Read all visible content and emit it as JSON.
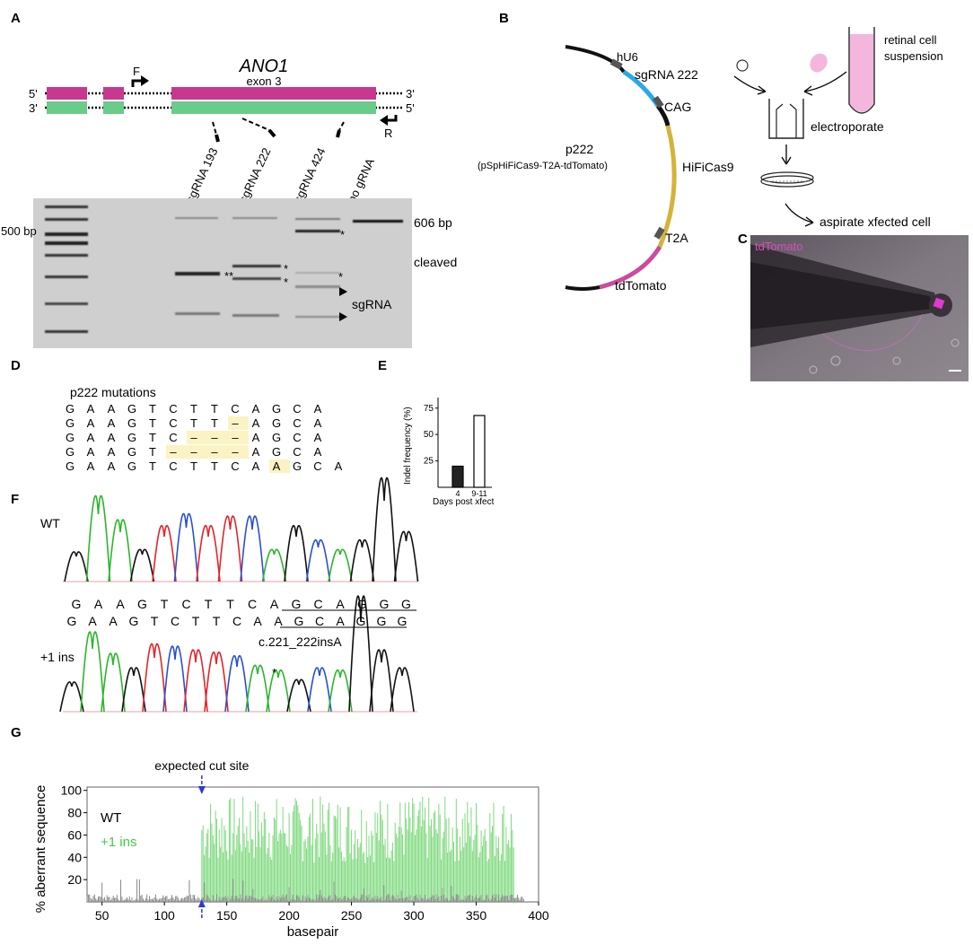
{
  "panelA": {
    "letter": "A",
    "gene": "ANO1",
    "exon": "exon 3",
    "top_strand_5": "5'",
    "top_strand_3": "3'",
    "bot_strand_3": "3'",
    "bot_strand_5": "5'",
    "primer_f": "F",
    "primer_r": "R",
    "lanes": [
      "sgRNA 193",
      "sgRNA 222",
      "sgRNA 424",
      "no gRNA"
    ],
    "ladder_label": "500 bp",
    "label_606": "606 bp",
    "label_cleaved": "cleaved",
    "label_sgrna": "sgRNA",
    "star_single": "*",
    "star_double": "**"
  },
  "panelB": {
    "letter": "B",
    "hU6": "hU6",
    "sgRNA": "sgRNA 222",
    "CAG": "CAG",
    "plasmid_name": "p222",
    "plasmid_full": "(pSpHiFiCas9-T2A-tdTomato)",
    "HiFiCas9": "HiFiCas9",
    "T2A": "T2A",
    "tdTomato": "tdTomato",
    "retinal": "retinal cell",
    "suspension": "suspension",
    "electroporate": "electroporate",
    "aspirate": "aspirate xfected cell"
  },
  "panelC": {
    "letter": "C",
    "label": "tdTomato"
  },
  "panelD": {
    "letter": "D",
    "title": "p222 mutations",
    "rows": [
      [
        "G",
        "A",
        "A",
        "G",
        "T",
        "C",
        "T",
        "T",
        "C",
        "A",
        "G",
        "C",
        "A"
      ],
      [
        "G",
        "A",
        "A",
        "G",
        "T",
        "C",
        "T",
        "T",
        "–",
        "A",
        "G",
        "C",
        "A"
      ],
      [
        "G",
        "A",
        "A",
        "G",
        "T",
        "C",
        "–",
        "–",
        "–",
        "A",
        "G",
        "C",
        "A"
      ],
      [
        "G",
        "A",
        "A",
        "G",
        "T",
        "–",
        "–",
        "–",
        "–",
        "A",
        "G",
        "C",
        "A"
      ],
      [
        "G",
        "A",
        "A",
        "G",
        "T",
        "C",
        "T",
        "T",
        "C",
        "A",
        "A",
        "G",
        "C",
        "A"
      ]
    ]
  },
  "panelE": {
    "letter": "E",
    "ylabel": "Indel frequency (%)",
    "xlabel": "Days post xfect",
    "ticks": [
      "75",
      "50",
      "25"
    ],
    "chart_data": {
      "type": "bar",
      "categories": [
        "4",
        "9-11"
      ],
      "values": [
        20,
        68
      ],
      "ylabel": "Indel frequency (%)",
      "xlabel": "Days post xfect",
      "ylim": [
        0,
        85
      ]
    }
  },
  "panelF": {
    "letter": "F",
    "wt_label": "WT",
    "ins_label": "+1 ins",
    "wt_seq": [
      "G",
      "A",
      "A",
      "G",
      "T",
      "C",
      "T",
      "T",
      "C",
      "A",
      "G",
      "C",
      "A",
      "G",
      "G",
      "G"
    ],
    "ins_seq": [
      "G",
      "A",
      "A",
      "G",
      "T",
      "C",
      "T",
      "T",
      "C",
      "A",
      "A",
      "G",
      "C",
      "A",
      "G",
      "G",
      "G"
    ],
    "mutation": "c.221_222insA",
    "star": "*"
  },
  "panelG": {
    "letter": "G",
    "annotation": "expected cut site",
    "legend_wt": "WT",
    "legend_ins": "+1 ins",
    "colors": {
      "wt": "#888888",
      "ins": "#7ed97e",
      "arrow": "#2a3bd6"
    },
    "chart_data": {
      "type": "bar",
      "xlabel": "basepair",
      "ylabel": "% aberrant sequence",
      "xlim": [
        38,
        400
      ],
      "ylim": [
        0,
        103
      ],
      "xticks": [
        50,
        100,
        150,
        200,
        250,
        300,
        350,
        400
      ],
      "yticks": [
        20,
        40,
        60,
        80,
        100
      ],
      "cut_site": 130,
      "series": [
        {
          "name": "WT",
          "description_range": [
            38,
            388
          ],
          "typical_max": 8
        },
        {
          "name": "+1 ins",
          "description_range": [
            130,
            380
          ],
          "typical_max": 95
        }
      ]
    }
  }
}
